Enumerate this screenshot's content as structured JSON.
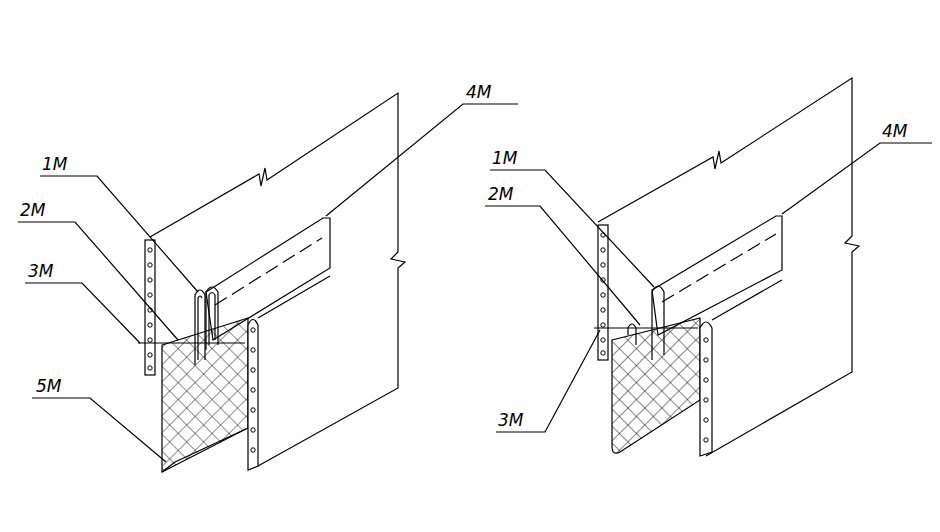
{
  "diagram": {
    "labels": [
      "1M",
      "2M",
      "3M",
      "4M",
      "5M",
      "1M",
      "2M",
      "3M",
      "4M"
    ]
  }
}
